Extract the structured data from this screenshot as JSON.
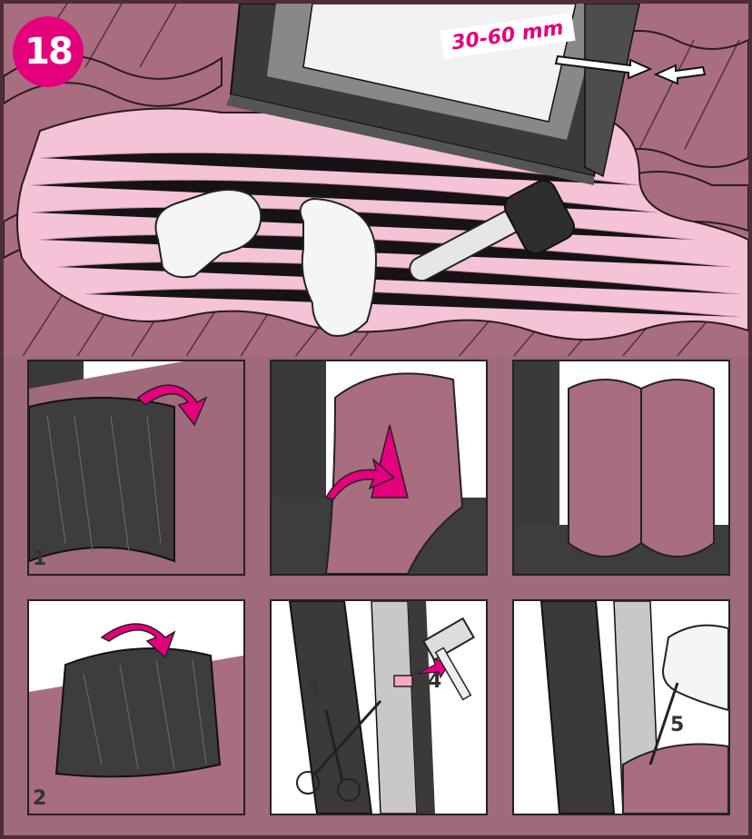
{
  "step_number": "18",
  "dimension_label": "30-60 mm",
  "substeps": [
    "1",
    "2",
    "3",
    "4",
    "5"
  ],
  "colors": {
    "accent": "#e4007c",
    "roof_tile": "#a96d80",
    "flashing_pink": "#f4c3d8",
    "frame_dark": "#3a3a3a",
    "background": "#9e6a7c"
  }
}
